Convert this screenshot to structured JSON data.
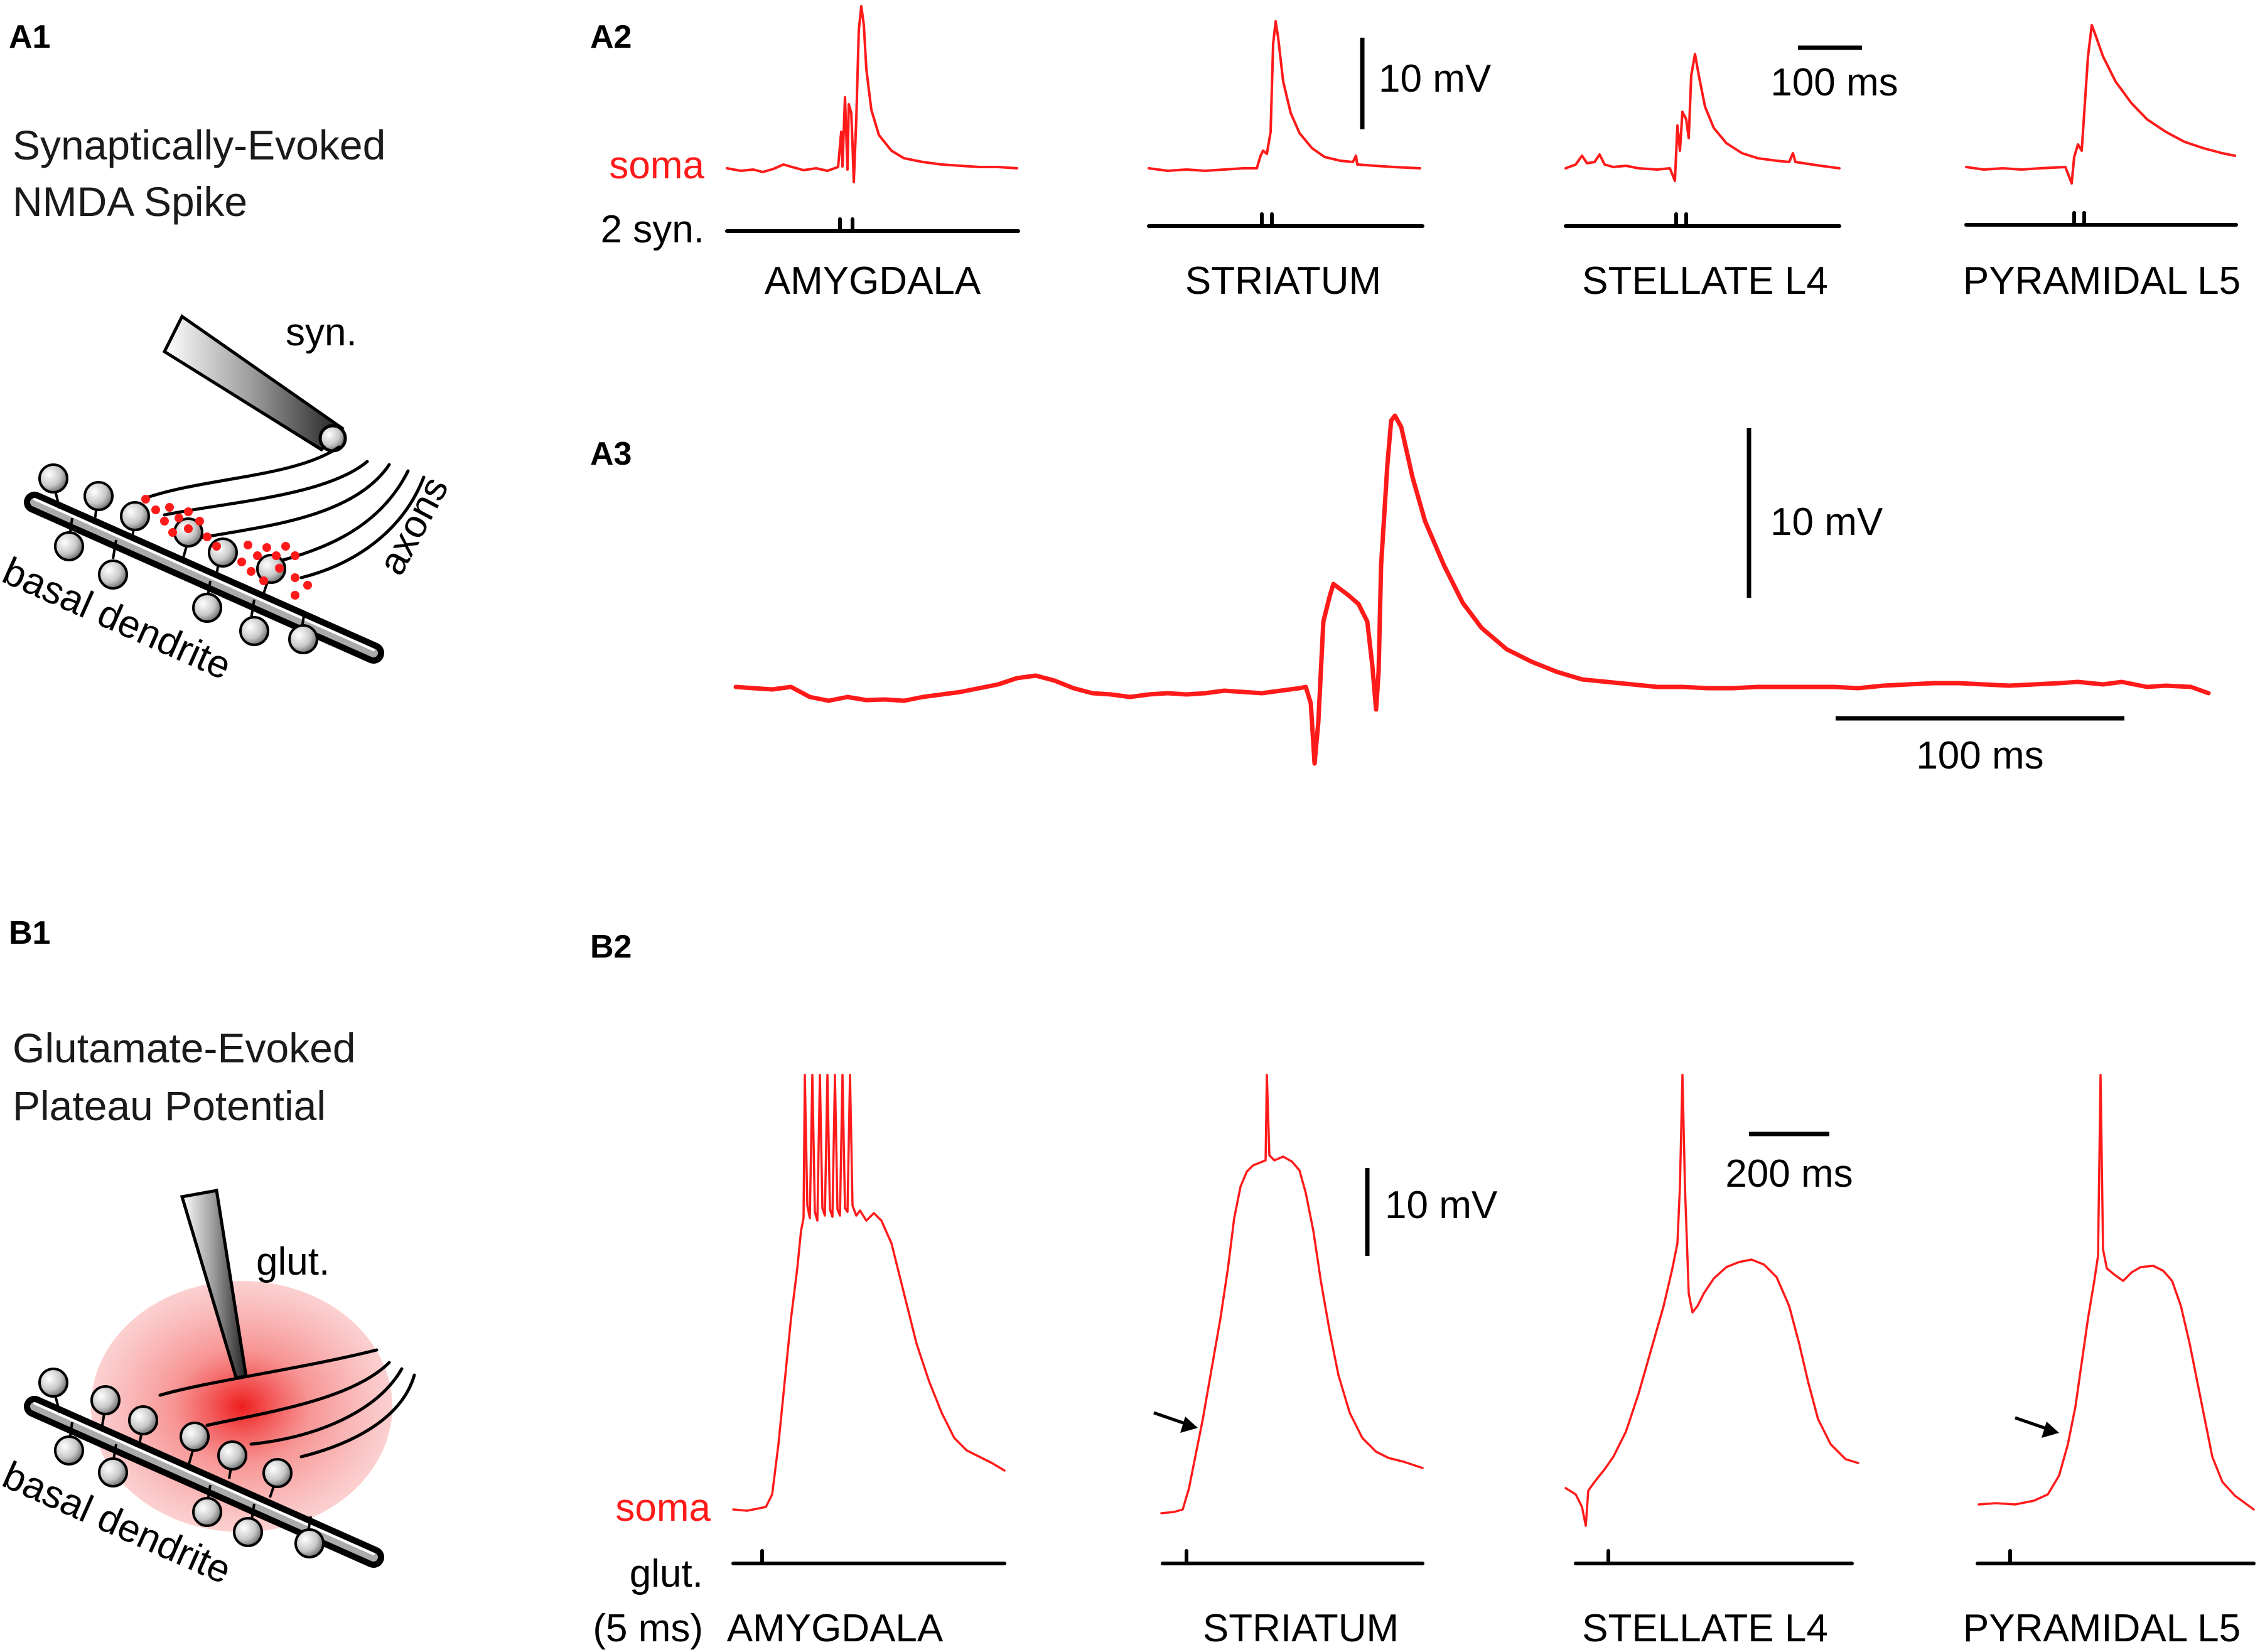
{
  "panels": {
    "a1": "A1",
    "a2": "A2",
    "a3": "A3",
    "b1": "B1",
    "b2": "B2"
  },
  "a1": {
    "title_line1": "Synaptically-Evoked",
    "title_line2": "NMDA Spike",
    "electrode_label": "syn.",
    "axons_label": "axons",
    "dendrite_label": "basal dendrite"
  },
  "a2": {
    "soma_label": "soma",
    "stim_label": "2 syn.",
    "scale_mv": "10 mV",
    "scale_ms": "100 ms",
    "cells": [
      "AMYGDALA",
      "STRIATUM",
      "STELLATE L4",
      "PYRAMIDAL L5"
    ]
  },
  "a3": {
    "scale_mv": "10 mV",
    "scale_ms": "100 ms"
  },
  "b1": {
    "title_line1": "Glutamate-Evoked",
    "title_line2": "Plateau Potential",
    "electrode_label": "glut.",
    "dendrite_label": "basal dendrite"
  },
  "b2": {
    "soma_label": "soma",
    "stim_label_line1": "glut.",
    "stim_label_line2": "(5 ms)",
    "scale_mv": "10 mV",
    "scale_ms": "200 ms",
    "cells": [
      "AMYGDALA",
      "STRIATUM",
      "STELLATE L4",
      "PYRAMIDAL L5"
    ]
  },
  "colors": {
    "trace": "#ff1a1a",
    "soma_label": "#ff1a1a",
    "glutamate_spot": "#f25a5a"
  }
}
